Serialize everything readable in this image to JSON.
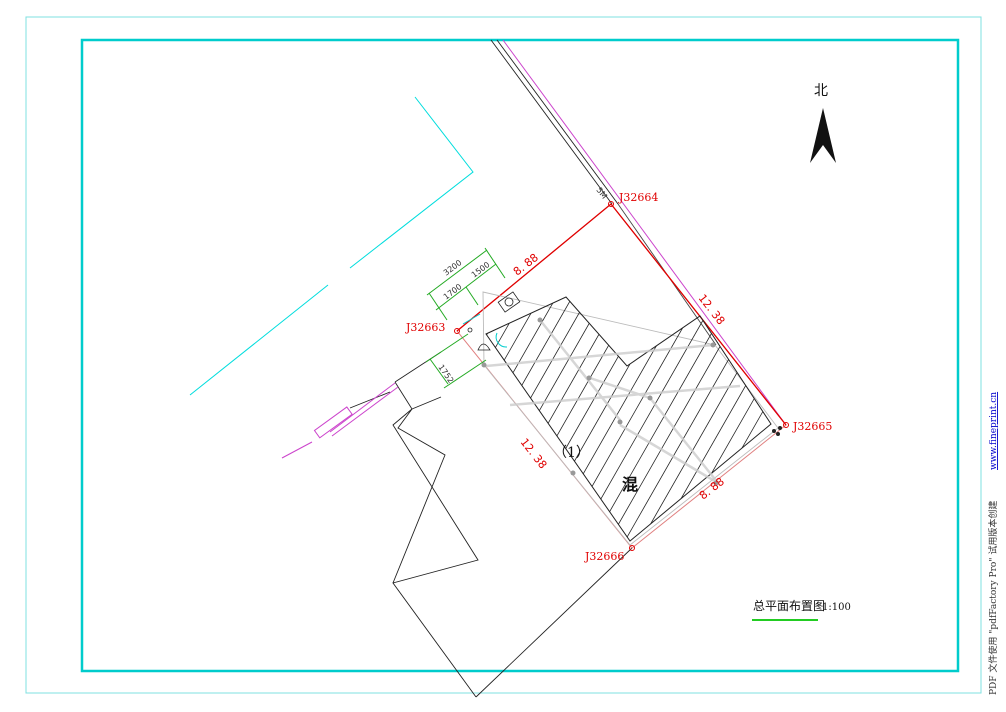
{
  "north_label": "北",
  "parcel_points": [
    {
      "id": "J32664",
      "label": "J32664"
    },
    {
      "id": "J32665",
      "label": "J32665"
    },
    {
      "id": "J32666",
      "label": "J32666"
    },
    {
      "id": "J32663",
      "label": "J32663"
    }
  ],
  "boundary_lengths": {
    "north_edge": "8. 88",
    "east_edge": "12. 38",
    "south_edge": "8. 88",
    "west_edge": "12. 38"
  },
  "building": {
    "number": "（1）",
    "structure": "混"
  },
  "dimensions": {
    "total": "3200",
    "part_a": "1700",
    "part_b": "1500",
    "side": "1752"
  },
  "road_width_text": "5M",
  "title": {
    "text": "总平面布置图",
    "scale": "1:100",
    "underline_color": "#22cc22"
  },
  "watermark": {
    "text": "PDF 文件使用 \"pdfFactory Pro\" 试用版本创建",
    "link": "www.fineprint.cn"
  },
  "colors": {
    "frame": "#00cccc",
    "boundary": "#e00000",
    "dimension": "#22aa22",
    "road_edge": "#cc44cc"
  }
}
